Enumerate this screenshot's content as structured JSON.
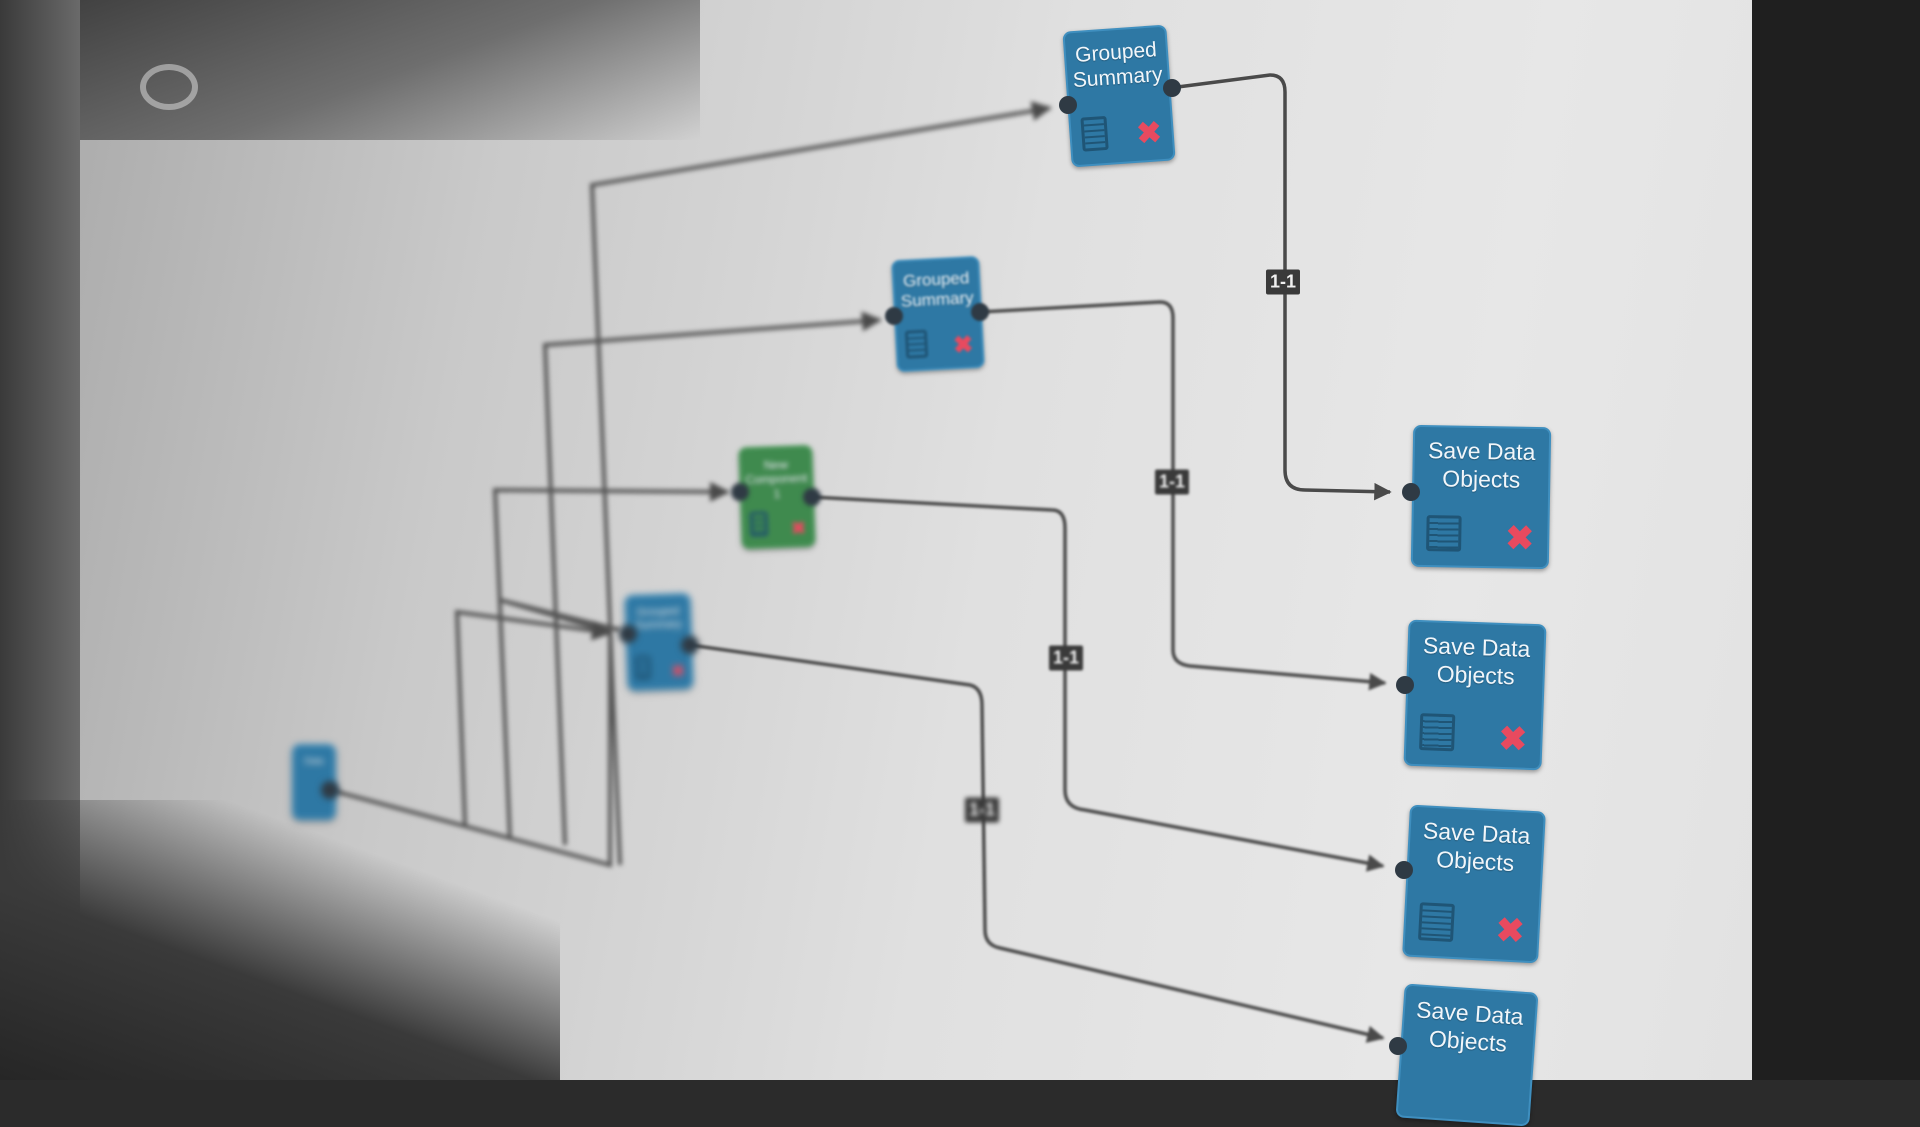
{
  "nodes": {
    "grouped_summary_1": {
      "title": "Grouped Summary"
    },
    "grouped_summary_2": {
      "title": "Grouped Summary"
    },
    "grouped_summary_3": {
      "title": "Grouped Summary"
    },
    "new_component": {
      "title": "New Component 1"
    },
    "source": {
      "title": "Data"
    },
    "save_1": {
      "title": "Save Data Objects"
    },
    "save_2": {
      "title": "Save Data Objects"
    },
    "save_3": {
      "title": "Save Data Objects"
    },
    "save_4": {
      "title": "Save Data Objects"
    }
  },
  "edge_labels": [
    "1-1",
    "1-1",
    "1-1",
    "1-1"
  ],
  "icons": {
    "edit": "edit-icon",
    "delete": "delete-icon",
    "port": "port-dot"
  },
  "colors": {
    "node_blue": "#2e78a4",
    "node_green": "#3f8a4e",
    "delete_red": "#e84a5f",
    "edge": "#4a4a4a"
  }
}
